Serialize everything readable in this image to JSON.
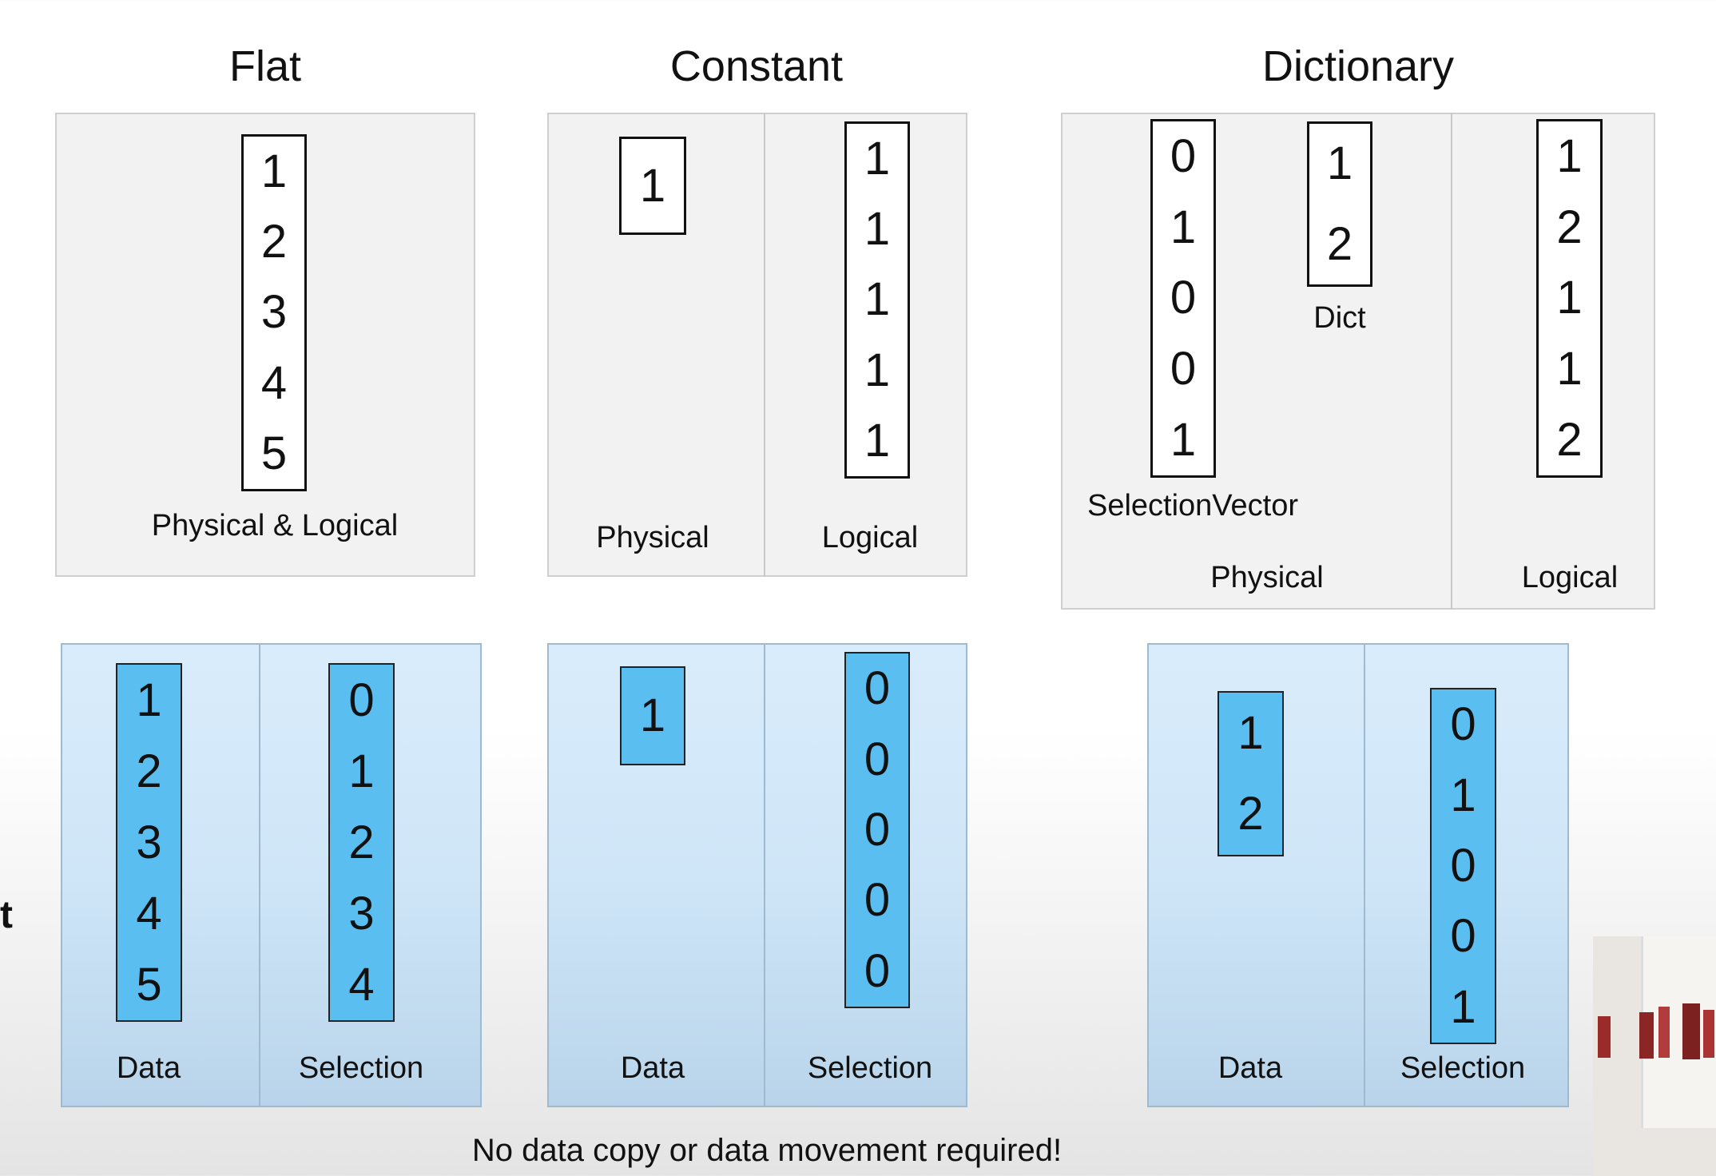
{
  "titles": {
    "flat": "Flat",
    "constant": "Constant",
    "dictionary": "Dictionary"
  },
  "flat": {
    "top": {
      "values": [
        "1",
        "2",
        "3",
        "4",
        "5"
      ],
      "label": "Physical & Logical"
    },
    "bottom": {
      "data": [
        "1",
        "2",
        "3",
        "4",
        "5"
      ],
      "data_label": "Data",
      "selection": [
        "0",
        "1",
        "2",
        "3",
        "4"
      ],
      "selection_label": "Selection"
    }
  },
  "constant": {
    "top": {
      "physical": [
        "1"
      ],
      "physical_label": "Physical",
      "logical": [
        "1",
        "1",
        "1",
        "1",
        "1"
      ],
      "logical_label": "Logical"
    },
    "bottom": {
      "data": [
        "1"
      ],
      "data_label": "Data",
      "selection": [
        "0",
        "0",
        "0",
        "0",
        "0"
      ],
      "selection_label": "Selection"
    }
  },
  "dictionary": {
    "top": {
      "selection_vector": [
        "0",
        "1",
        "0",
        "0",
        "1"
      ],
      "selection_vector_label": "SelectionVector",
      "dict": [
        "1",
        "2"
      ],
      "dict_label": "Dict",
      "physical_label": "Physical",
      "logical": [
        "1",
        "2",
        "1",
        "1",
        "2"
      ],
      "logical_label": "Logical"
    },
    "bottom": {
      "data": [
        "1",
        "2"
      ],
      "data_label": "Data",
      "selection": [
        "0",
        "1",
        "0",
        "0",
        "1"
      ],
      "selection_label": "Selection"
    }
  },
  "footer": "No data copy or data movement required!",
  "stray_glyph": "t",
  "colors": {
    "blue_cell": "#5bbef0",
    "blue_panel": "#d4e9fa",
    "gray_panel": "#f2f2f2"
  }
}
